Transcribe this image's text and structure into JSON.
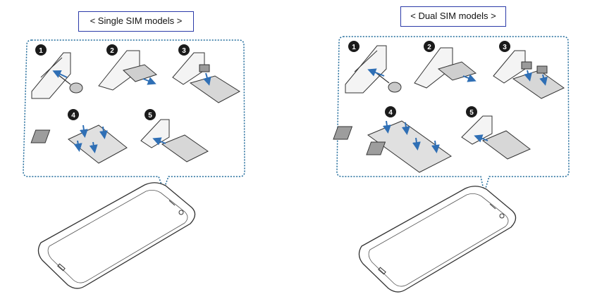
{
  "panels": [
    {
      "title": "< Single SIM models >",
      "steps": [
        "1",
        "2",
        "3",
        "4",
        "5"
      ]
    },
    {
      "title": "< Dual SIM models >",
      "steps": [
        "1",
        "2",
        "3",
        "4",
        "5"
      ]
    }
  ],
  "colors": {
    "title_border": "#2b3aa8",
    "callout_border": "#1f6a9a",
    "step_badge": "#1b1b1b",
    "arrow": "#2f6fb5",
    "outline": "#333333"
  }
}
